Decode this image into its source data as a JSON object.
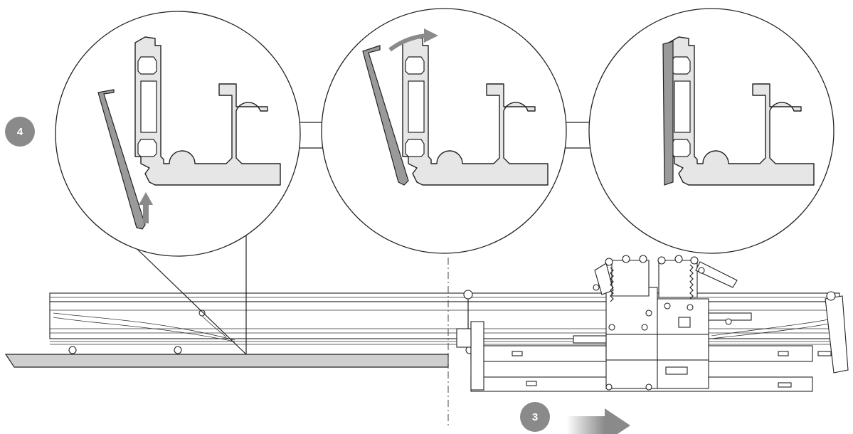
{
  "steps": [
    {
      "label": "4",
      "color": "#8a8a8a"
    },
    {
      "label": "3",
      "color": "#8a8a8a"
    }
  ],
  "colors": {
    "arrow": "#8a8a8a",
    "clip": "#9a9a9a",
    "profile_fill": "#e6e6e6",
    "strip": "#cfcfcf",
    "outline": "#222222"
  },
  "icons": [
    "step-badge",
    "arrow-up-icon",
    "arrow-curved-right-icon",
    "arrow-right-icon"
  ]
}
